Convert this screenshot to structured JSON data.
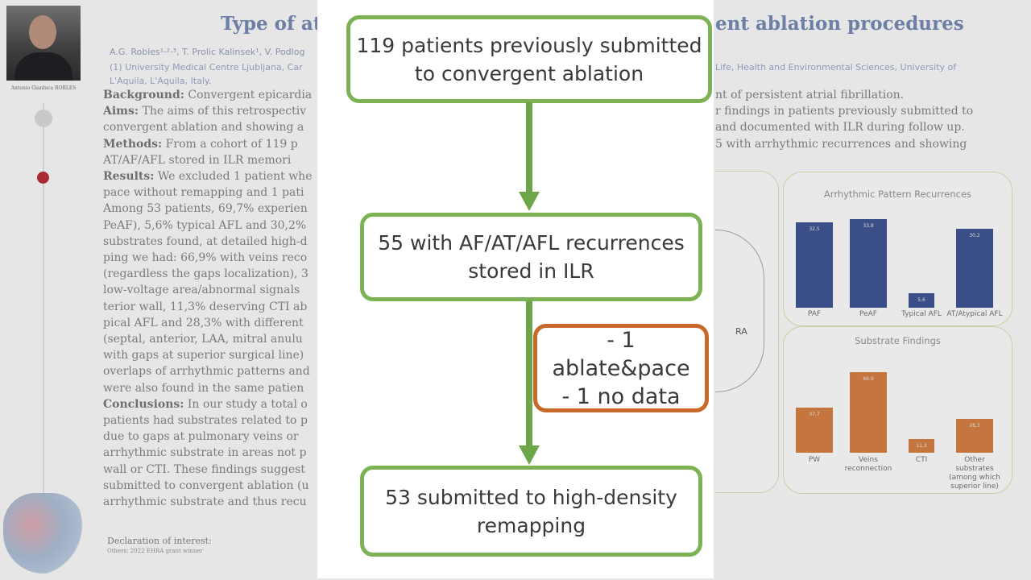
{
  "background": {
    "author_name": "Antonio Gianluca ROBLES",
    "title_left": "Type of atr",
    "title_right": "ent ablation procedures",
    "authors": "A.G. Robles¹·²·³, T. Prolic Kalinsek¹, V. Podlog",
    "affil_left_1": "(1) University Medical Centre Ljubljana, Car",
    "affil_left_2": "L'Aquila, L'Aquila, Italy.",
    "affil_right": "Life, Health and Environmental Sciences, University of",
    "body_left": [
      {
        "bold": "Background:",
        "text": " Convergent epicardia"
      },
      {
        "bold": "Aims:",
        "text": " The aims of this retrospectiv"
      },
      {
        "bold": "",
        "text": "convergent ablation and showing a"
      },
      {
        "bold": "Methods:",
        "text": " From a cohort of 119 p"
      },
      {
        "bold": "",
        "text": "AT/AF/AFL stored in ILR memori"
      },
      {
        "bold": "Results:",
        "text": " We excluded 1 patient whe"
      },
      {
        "bold": "",
        "text": "pace without remapping and 1 pati"
      },
      {
        "bold": "",
        "text": "Among 53 patients, 69,7% experien"
      },
      {
        "bold": "",
        "text": "PeAF), 5,6% typical AFL and 30,2%"
      },
      {
        "bold": "",
        "text": "substrates found, at detailed high-d"
      },
      {
        "bold": "",
        "text": "ping we had: 66,9% with veins reco"
      },
      {
        "bold": "",
        "text": "(regardless the gaps localization), 3"
      },
      {
        "bold": "",
        "text": "low-voltage area/abnormal signals"
      },
      {
        "bold": "",
        "text": "terior wall, 11,3% deserving CTI ab"
      },
      {
        "bold": "",
        "text": "pical AFL and 28,3% with different"
      },
      {
        "bold": "",
        "text": "(septal, anterior, LAA, mitral anulu"
      },
      {
        "bold": "",
        "text": "with gaps at superior surgical line)"
      },
      {
        "bold": "",
        "text": "overlaps of arrhythmic patterns and"
      },
      {
        "bold": "",
        "text": "were also found in the same patien"
      },
      {
        "bold": "Conclusions:",
        "text": " In our study a total o"
      },
      {
        "bold": "",
        "text": "patients had substrates related to p"
      },
      {
        "bold": "",
        "text": "due to gaps at pulmonary veins or"
      },
      {
        "bold": "",
        "text": "arrhythmic substrate in areas not p"
      },
      {
        "bold": "",
        "text": "wall or CTI. These findings suggest"
      },
      {
        "bold": "",
        "text": "submitted to convergent ablation (u"
      },
      {
        "bold": "",
        "text": "arrhythmic substrate and thus recu"
      }
    ],
    "body_right": [
      "nt of persistent atrial fibrillation.",
      "r findings in patients previously submitted to",
      "and documented with ILR during follow up.",
      "5 with arrhythmic recurrences and showing"
    ],
    "declaration": "Declaration of interest:",
    "declaration_sub": "Others: 2022 EHRA grant winner",
    "ra_label": "RA"
  },
  "chart_data": [
    {
      "type": "bar",
      "title": "Arrhythmic Pattern Recurrences",
      "categories": [
        "PAF",
        "PeAF",
        "Typical AFL",
        "AT/Atypical AFL"
      ],
      "values": [
        32.5,
        33.8,
        5.6,
        30.2
      ],
      "value_labels": [
        "32,5",
        "33,8",
        "5,6",
        "30,2"
      ],
      "color": "#3a4f87"
    },
    {
      "type": "bar",
      "title": "Substrate Findings",
      "categories": [
        "PW",
        "Veins reconnection",
        "CTI",
        "Other substrates (among which superior line)"
      ],
      "values": [
        37.7,
        66.9,
        11.3,
        28.3
      ],
      "value_labels": [
        "37,7",
        "66,9",
        "11,3",
        "28,3"
      ],
      "color": "#c5763f"
    }
  ],
  "flowchart": {
    "box1": "119 patients previously submitted\nto convergent ablation",
    "box2": "55 with AF/AT/AFL recurrences\nstored in ILR",
    "box3": "- 1 ablate&pace\n- 1 no data",
    "box4": "53 submitted to high-density\nremapping",
    "colors": {
      "green": "#7cb254",
      "orange": "#c8692a"
    }
  }
}
